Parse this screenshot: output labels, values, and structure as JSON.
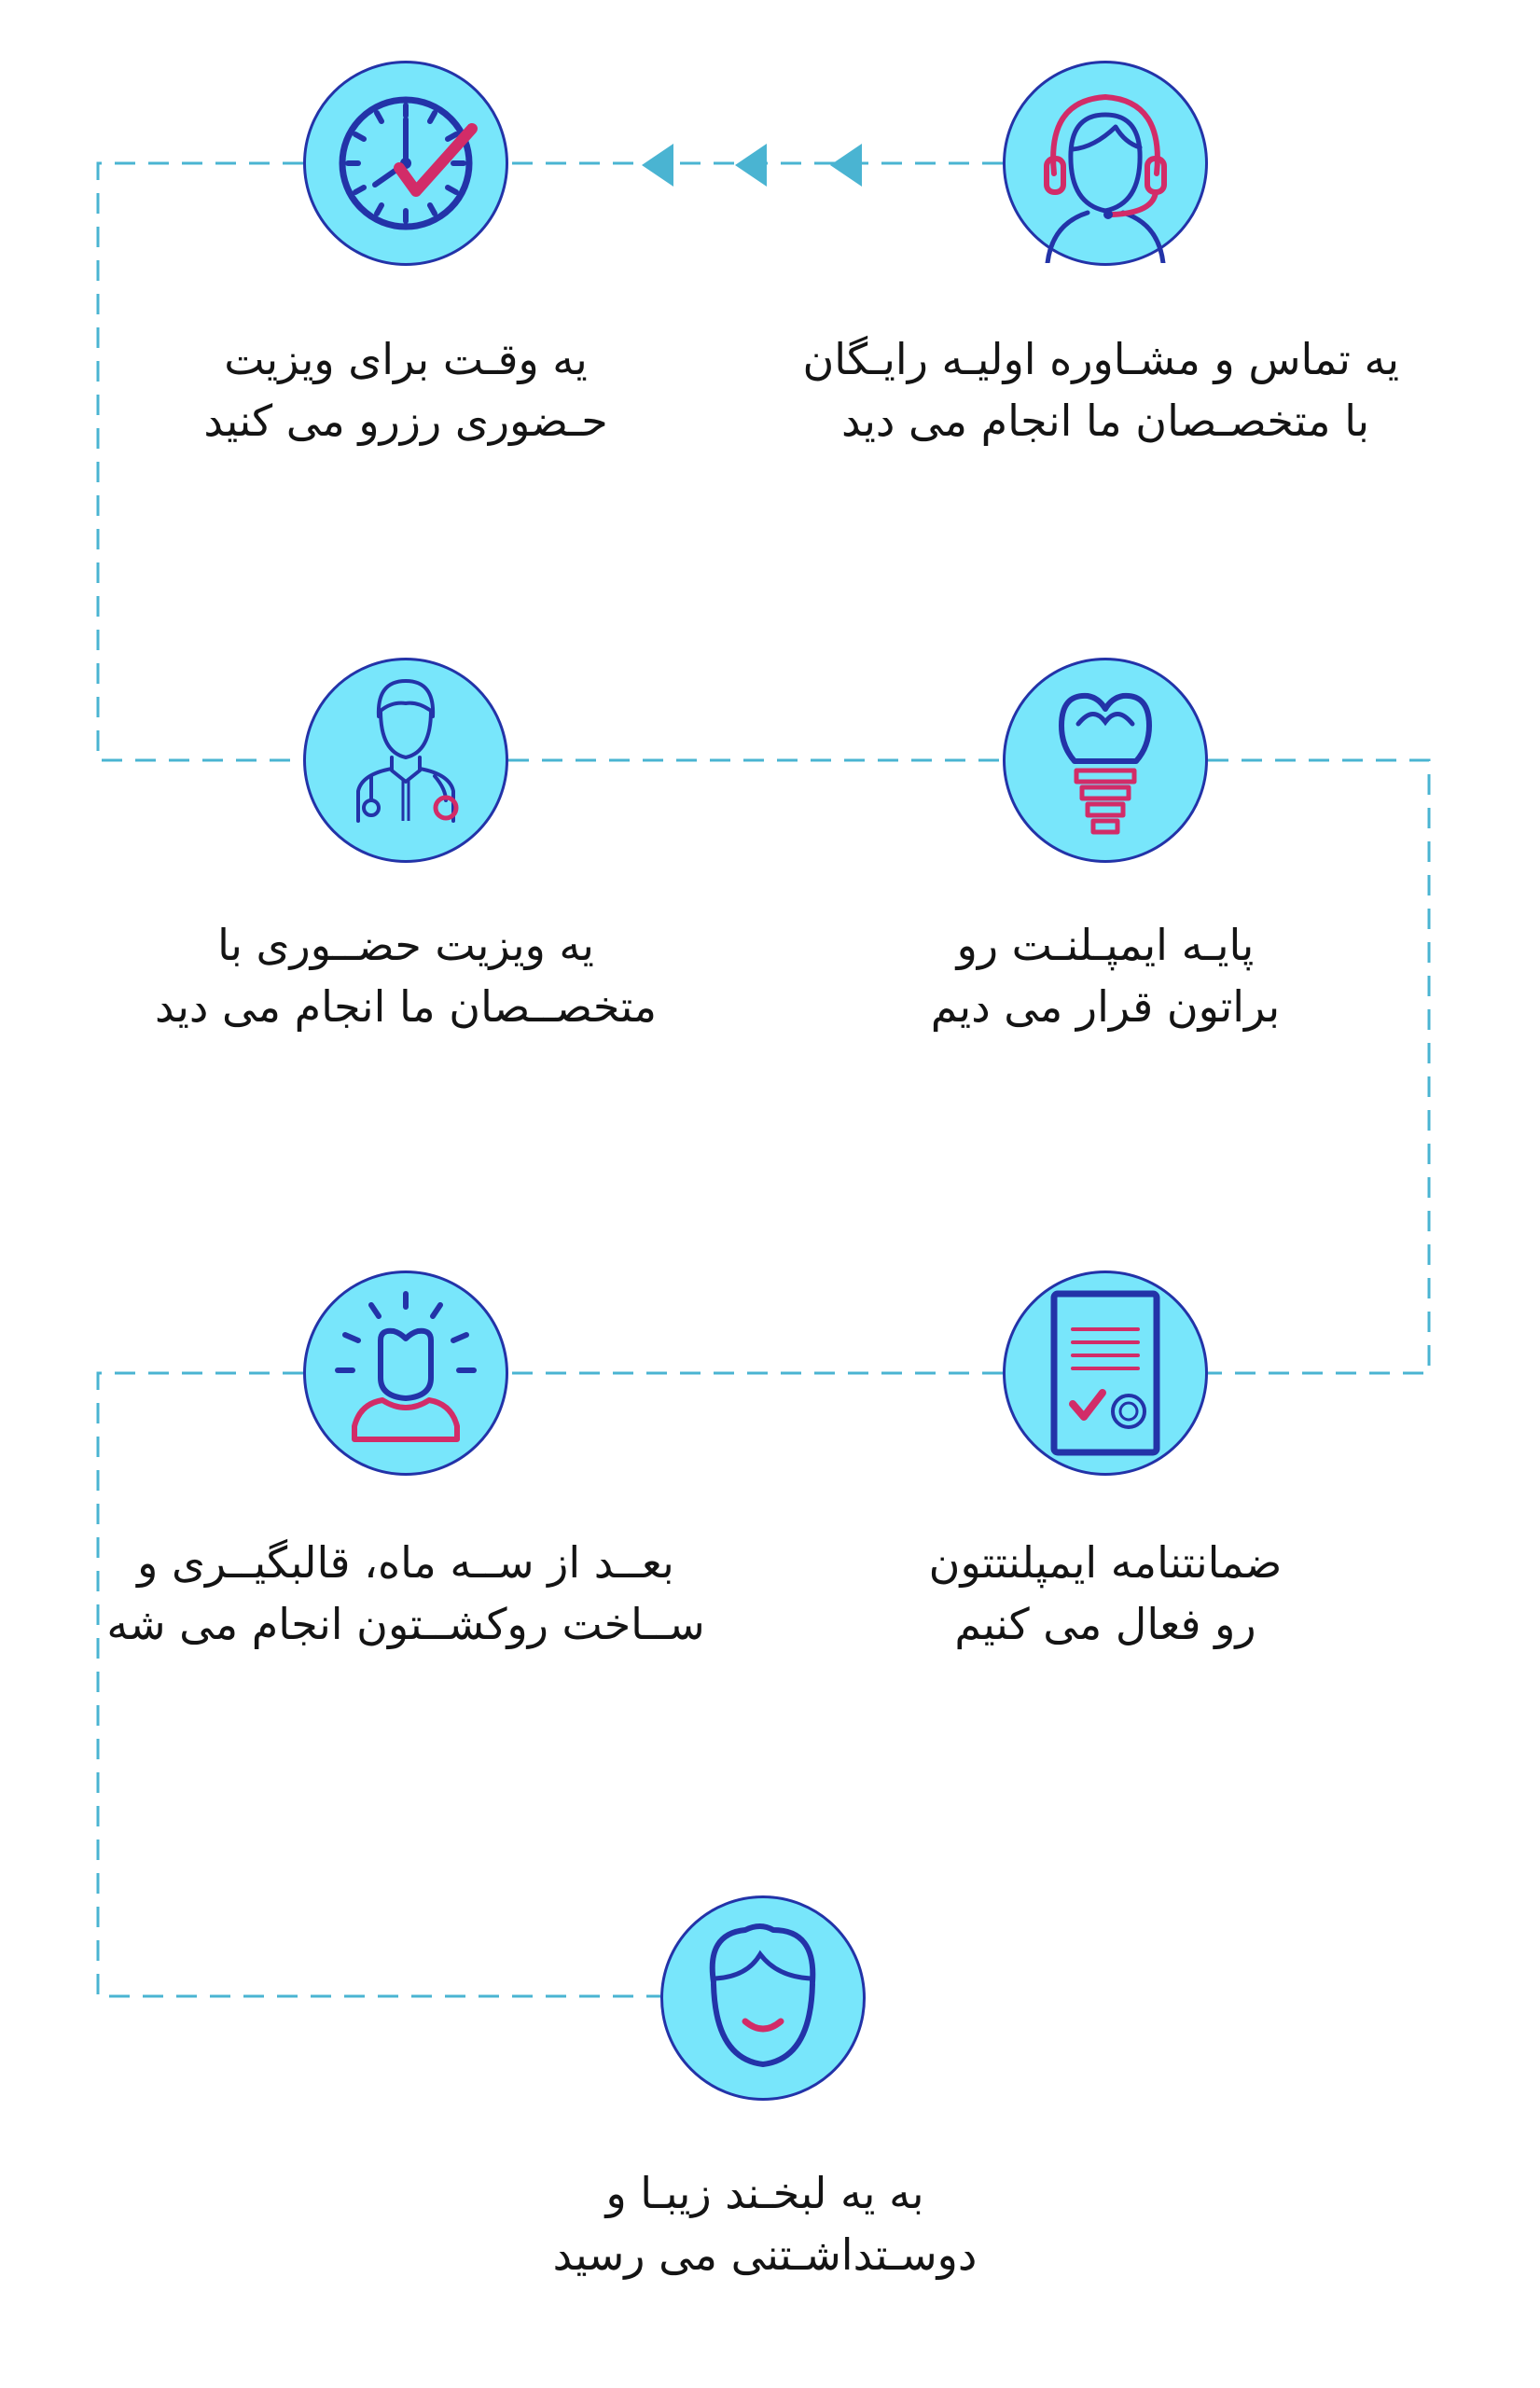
{
  "colors": {
    "circle_fill": "#78e6fb",
    "outline": "#2333a8",
    "accent": "#d22c68",
    "connector": "#4ab4d2"
  },
  "steps": [
    {
      "icon": "headset-agent-icon",
      "line1": "یه تماس و مشـاوره اولیـه رایـگان",
      "line2": "با متخصـصان ما انجام می دید"
    },
    {
      "icon": "clock-check-icon",
      "line1": "یه  وقـت  برای  ویزیت",
      "line2": "حـضوری رزرو می کنید"
    },
    {
      "icon": "tooth-implant-icon",
      "line1": "پایـه  ایمپـلنـت  رو",
      "line2": "براتون قرار می دیم"
    },
    {
      "icon": "doctor-icon",
      "line1": "یه   ویزیت   حضــوری   با",
      "line2": "متخصــصان ما انجام می دید"
    },
    {
      "icon": "warranty-certificate-icon",
      "line1": "ضمانتنامه  ایمپلنتتون",
      "line2": "رو  فعال  می کنیم"
    },
    {
      "icon": "patient-crown-icon",
      "line1": "بعــد  از  ســه  ماه،  قالبگیــری  و",
      "line2": "ســاخت روکشــتون انجام می شه"
    },
    {
      "icon": "smiling-face-icon",
      "line1": "به  یه  لبخـند  زیبـا  و",
      "line2": "دوسـتداشـتنی می رسید"
    }
  ]
}
